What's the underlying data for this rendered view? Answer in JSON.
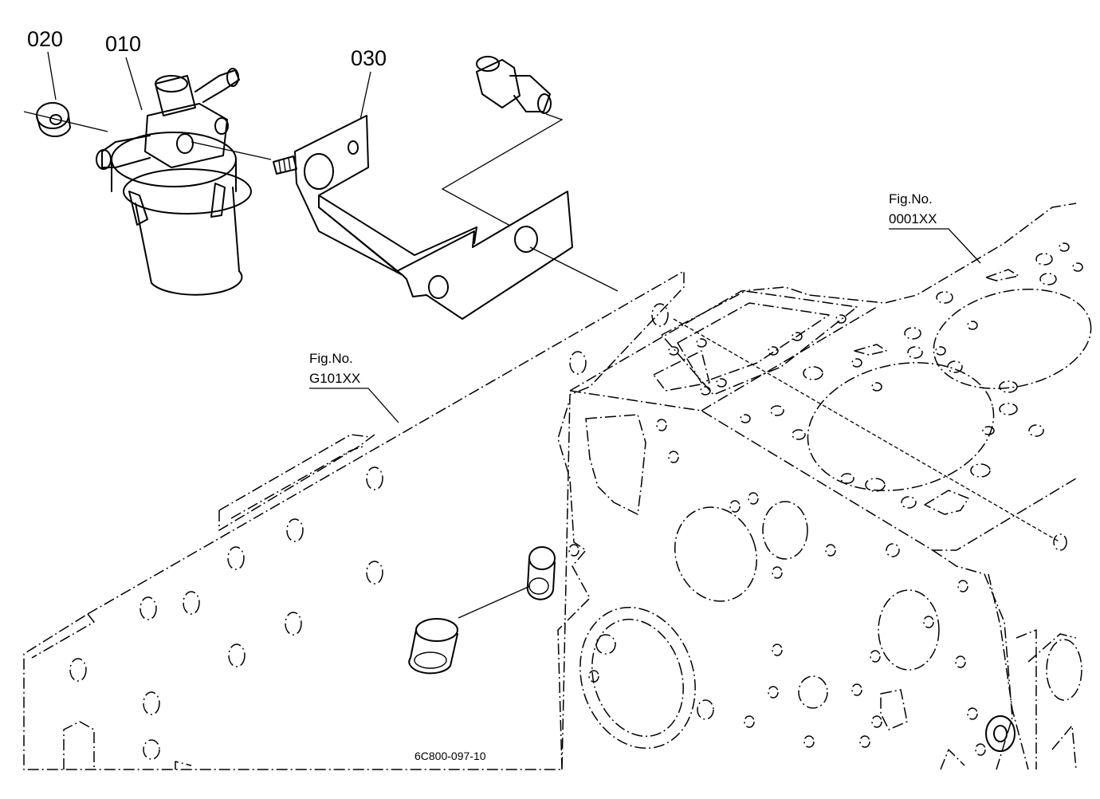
{
  "callouts": {
    "part_020": "020",
    "part_010": "010",
    "part_030": "030"
  },
  "references": {
    "engine_head": {
      "line1": "Fig.No.",
      "line2": "0001XX"
    },
    "engine_block": {
      "line1": "Fig.No.",
      "line2": "G101XX"
    }
  },
  "drawing_number": "6C800-097-10"
}
